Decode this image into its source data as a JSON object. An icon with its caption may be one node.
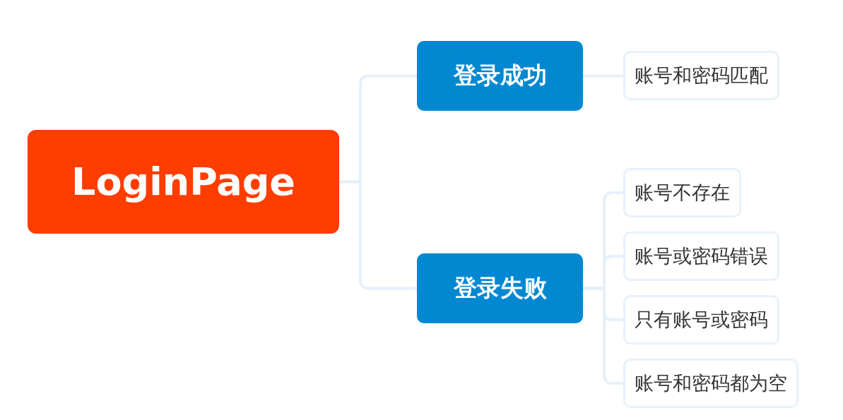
{
  "diagram": {
    "nodes": [
      {
        "text": [
          "LoginPage"
        ]
      },
      {
        "text": [
          "登录成功"
        ]
      },
      {
        "text": [
          "登录失败"
        ]
      },
      {
        "text": [
          "账号和密码匹配"
        ]
      },
      {
        "text": [
          "账号不存在"
        ]
      },
      {
        "text": [
          "账号或密码错误"
        ]
      },
      {
        "text": [
          "只有账号或密码"
        ]
      },
      {
        "text": [
          "账号和密码都为空"
        ]
      }
    ],
    "edges": [
      {
        "from": 0,
        "to": 1,
        "arrow": "none"
      },
      {
        "from": 0,
        "to": 2,
        "arrow": "none"
      },
      {
        "from": 1,
        "to": 3,
        "arrow": "none"
      },
      {
        "from": 2,
        "to": 4,
        "arrow": "none"
      },
      {
        "from": 2,
        "to": 5,
        "arrow": "none"
      },
      {
        "from": 2,
        "to": 6,
        "arrow": "none"
      },
      {
        "from": 2,
        "to": 7,
        "arrow": "none"
      }
    ]
  }
}
